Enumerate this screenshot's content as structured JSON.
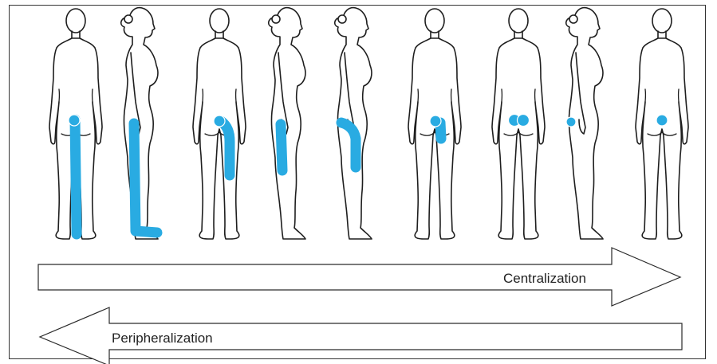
{
  "colors": {
    "pain": "#29abe2",
    "outline": "#1e1e1e",
    "background": "#ffffff"
  },
  "arrows": {
    "centralization": {
      "label": "Centralization",
      "direction": "right"
    },
    "peripheralization": {
      "label": "Peripheralization",
      "direction": "left"
    }
  },
  "figures": [
    {
      "view": "back",
      "pain": "full leg"
    },
    {
      "view": "side",
      "pain": "leg to foot"
    },
    {
      "view": "back",
      "pain": "to knee"
    },
    {
      "view": "side",
      "pain": "thigh"
    },
    {
      "view": "side",
      "pain": "buttock and thigh"
    },
    {
      "view": "back",
      "pain": "buttock"
    },
    {
      "view": "back",
      "pain": "lower back, both sides"
    },
    {
      "view": "side",
      "pain": "lower back"
    },
    {
      "view": "back",
      "pain": "central lower back"
    }
  ]
}
